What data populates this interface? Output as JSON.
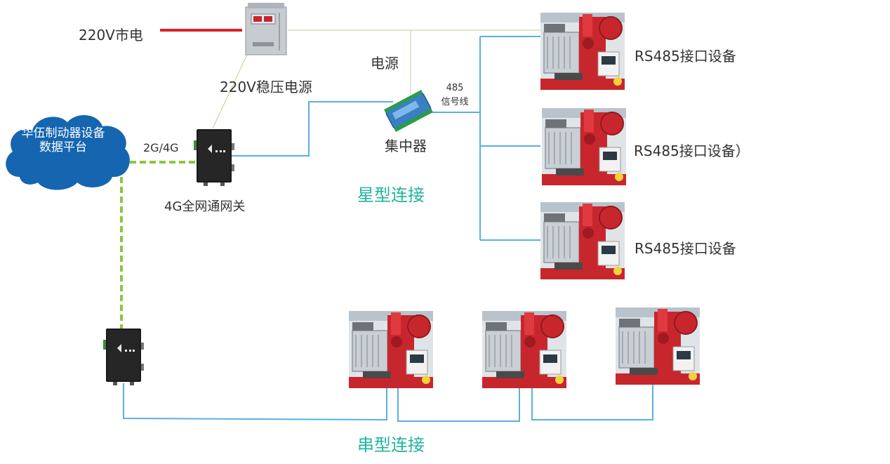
{
  "colors": {
    "mains_line": "#d9232b",
    "power_line": "#c6d9a3",
    "rs485_line": "#59b0e0",
    "wireless_line": "#8cc63f",
    "cloud": "#1565b0",
    "accent_text": "#1fb59a",
    "device_red": "#c8262d"
  },
  "labels": {
    "mains": "220V市电",
    "regulator": "220V稳压电源",
    "power": "电源",
    "signal_top": "485",
    "signal_bottom": "信号线",
    "hub": "集中器",
    "gateway_4g": "4G全网通网关",
    "wireless": "2G/4G",
    "platform": "华伍制动器设备数据平台",
    "star_topology": "星型连接",
    "serial_topology": "串型连接",
    "device_1": "RS485接口设备",
    "device_2": "RS485接口设备）",
    "device_3": "RS485接口设备"
  },
  "icons": {
    "regulator": "voltage-regulator-icon",
    "hub": "rs485-hub-icon",
    "gateway": "gateway-router-icon",
    "cloud": "cloud-icon",
    "device": "brake-device-photo"
  }
}
